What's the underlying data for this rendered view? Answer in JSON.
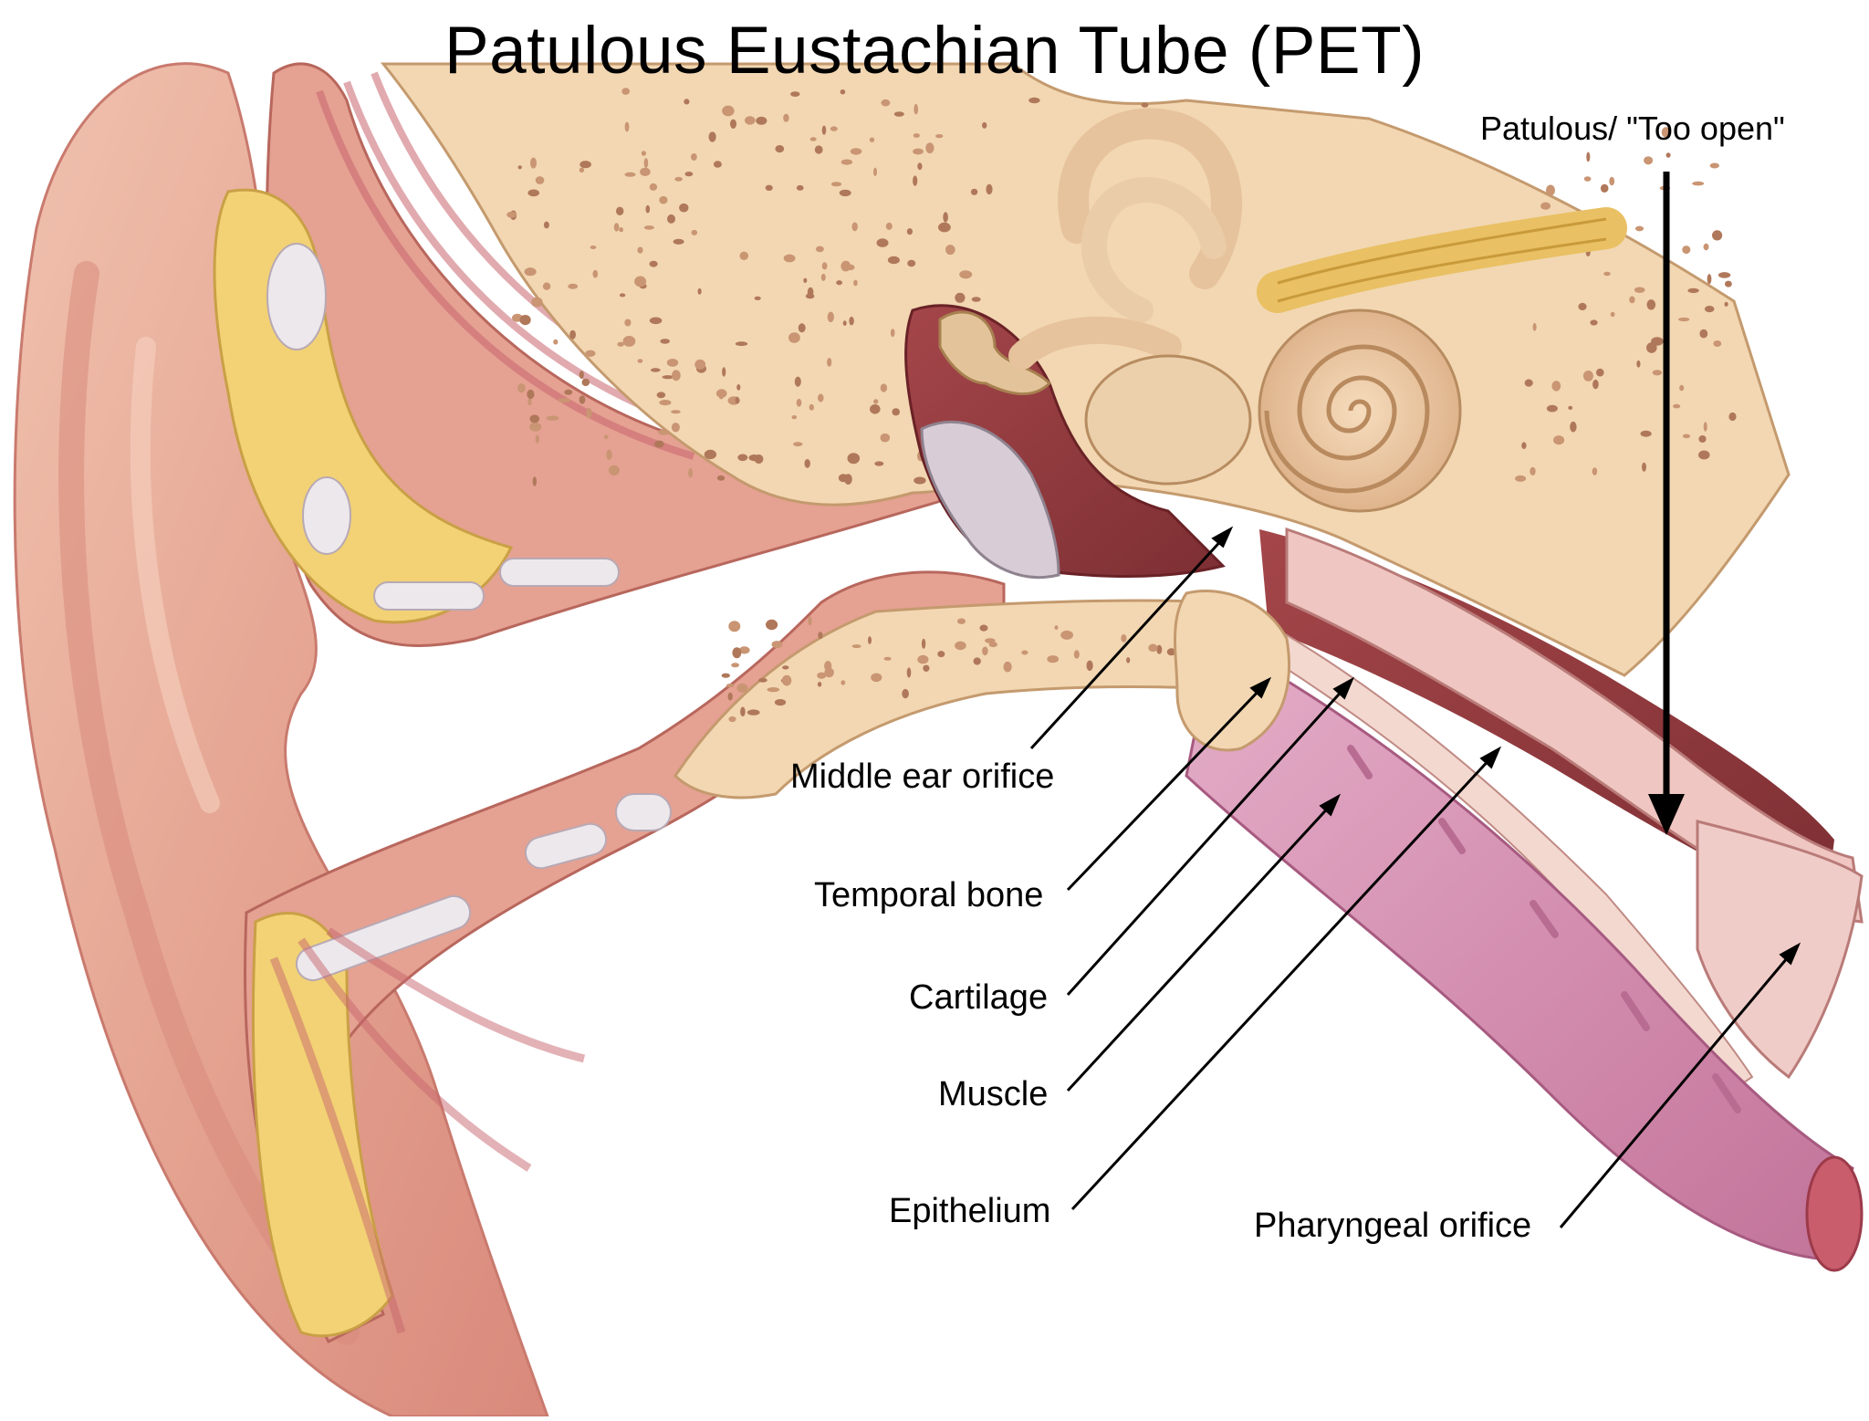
{
  "title": "Patulous Eustachian Tube (PET)",
  "labels": {
    "patulous": "Patulous/ \"Too open\"",
    "middle_ear_orifice": "Middle ear orifice",
    "temporal_bone": "Temporal bone",
    "cartilage": "Cartilage",
    "muscle": "Muscle",
    "epithelium": "Epithelium",
    "pharyngeal_orifice": "Pharyngeal orifice"
  },
  "colors": {
    "skin": "#eab09c",
    "skin_shadow": "#c9766a",
    "bone": "#f2d7b2",
    "bone_pores": "#b0785a",
    "cartilage_fat": "#f2d274",
    "muscle": "#d98d96",
    "tube_muscle": "#d496b4",
    "cavity": "#8e3a3c",
    "cochlea": "#ecc8a4",
    "nerve": "#e9c063",
    "eardrum": "#d8ccd6",
    "leader_line": "#000000"
  }
}
